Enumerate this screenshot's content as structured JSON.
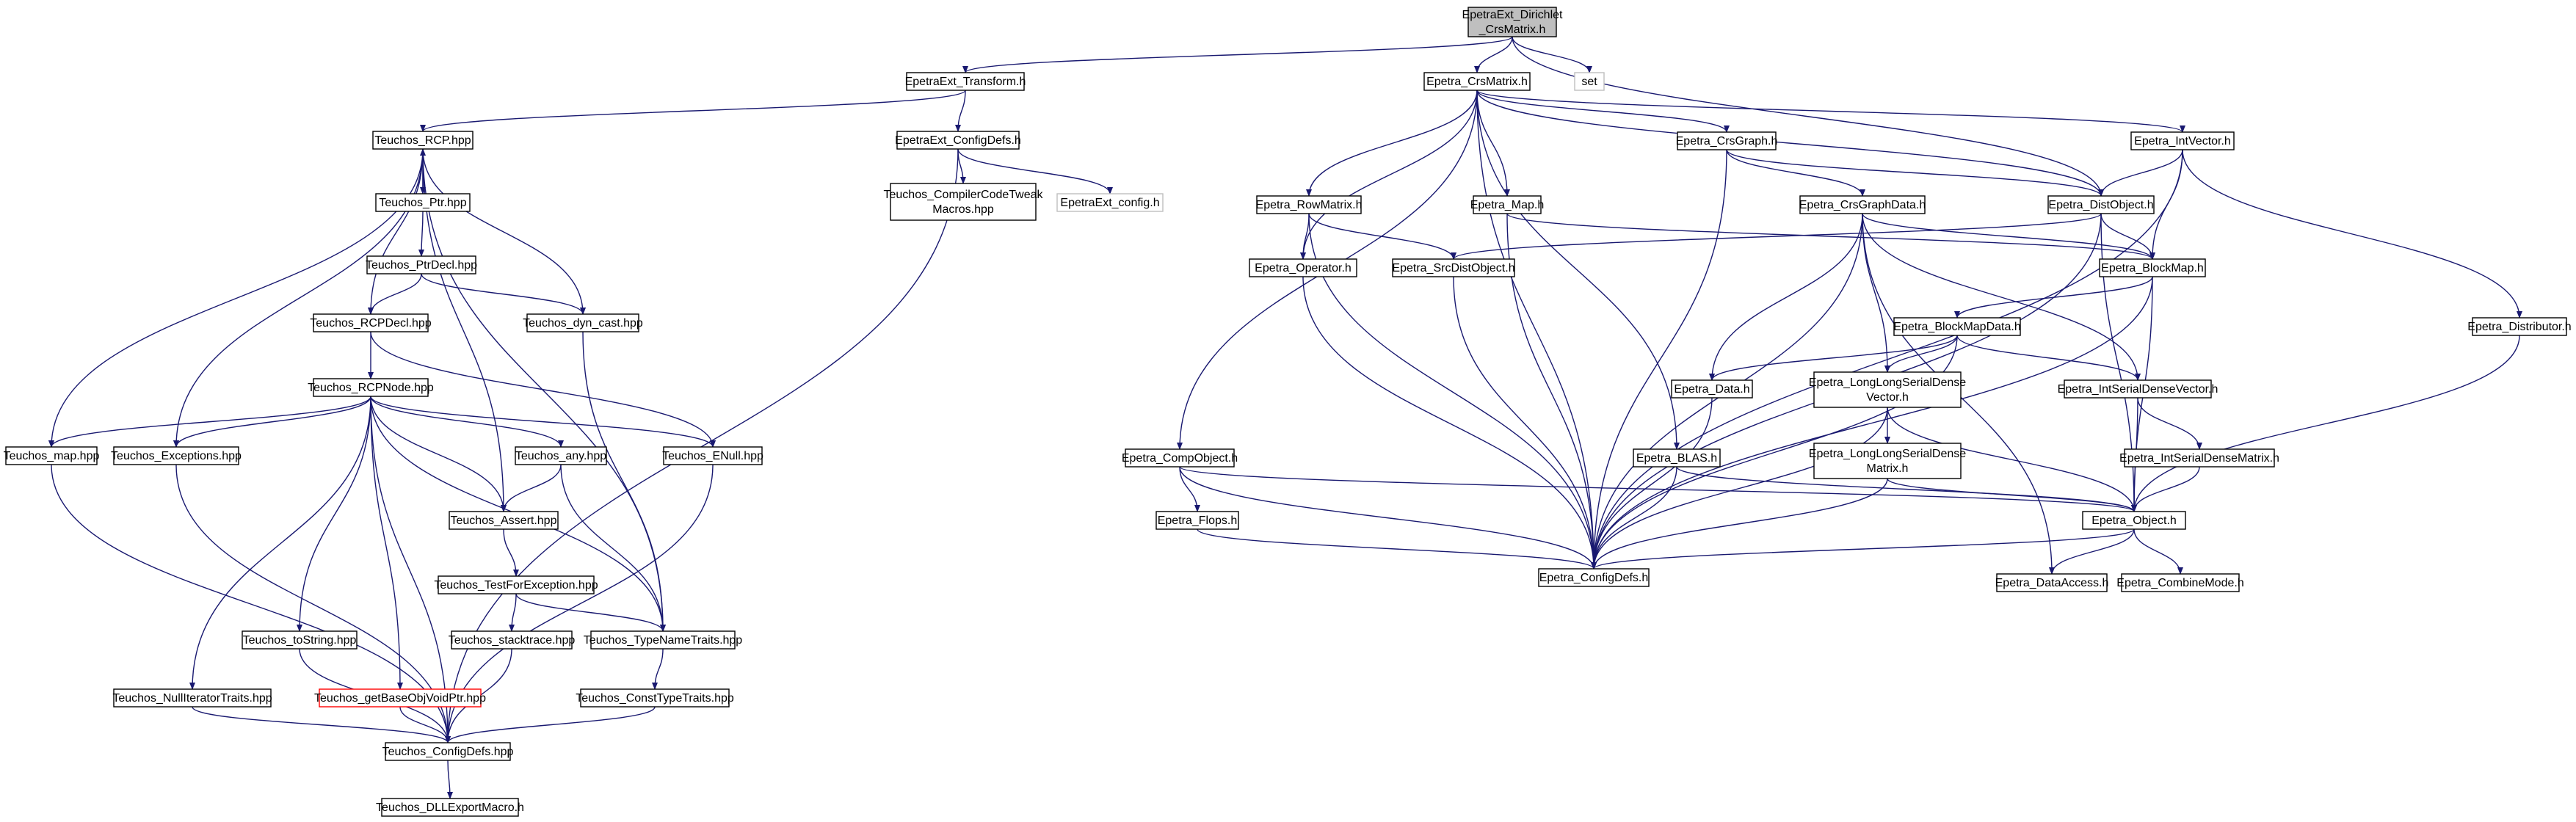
{
  "graph": {
    "nodes": [
      {
        "id": "root",
        "label": "EpetraExt_Dirichlet\n_CrsMatrix.h",
        "style": "root"
      },
      {
        "id": "transform",
        "label": "EpetraExt_Transform.h"
      },
      {
        "id": "crsmatrix",
        "label": "Epetra_CrsMatrix.h"
      },
      {
        "id": "set",
        "label": "set",
        "style": "missing"
      },
      {
        "id": "rcp",
        "label": "Teuchos_RCP.hpp"
      },
      {
        "id": "ext_configdefs",
        "label": "EpetraExt_ConfigDefs.h"
      },
      {
        "id": "ptr",
        "label": "Teuchos_Ptr.hpp"
      },
      {
        "id": "compilertweak",
        "label": "Teuchos_CompilerCodeTweak\nMacros.hpp"
      },
      {
        "id": "ext_config",
        "label": "EpetraExt_config.h",
        "style": "missing"
      },
      {
        "id": "ptrdecl",
        "label": "Teuchos_PtrDecl.hpp"
      },
      {
        "id": "rcpdecl",
        "label": "Teuchos_RCPDecl.hpp"
      },
      {
        "id": "dyncast",
        "label": "Teuchos_dyn_cast.hpp"
      },
      {
        "id": "rcpnode",
        "label": "Teuchos_RCPNode.hpp"
      },
      {
        "id": "map_hpp",
        "label": "Teuchos_map.hpp"
      },
      {
        "id": "exceptions",
        "label": "Teuchos_Exceptions.hpp"
      },
      {
        "id": "any",
        "label": "Teuchos_any.hpp"
      },
      {
        "id": "enull",
        "label": "Teuchos_ENull.hpp"
      },
      {
        "id": "assert",
        "label": "Teuchos_Assert.hpp"
      },
      {
        "id": "testforexc",
        "label": "Teuchos_TestForException.hpp"
      },
      {
        "id": "tostring",
        "label": "Teuchos_toString.hpp"
      },
      {
        "id": "stacktrace",
        "label": "Teuchos_stacktrace.hpp"
      },
      {
        "id": "typenametraits",
        "label": "Teuchos_TypeNameTraits.hpp"
      },
      {
        "id": "nulliter",
        "label": "Teuchos_NullIteratorTraits.hpp"
      },
      {
        "id": "getbaseobj",
        "label": "Teuchos_getBaseObjVoidPtr.hpp",
        "style": "red"
      },
      {
        "id": "consttype",
        "label": "Teuchos_ConstTypeTraits.hpp"
      },
      {
        "id": "t_configdefs",
        "label": "Teuchos_ConfigDefs.hpp"
      },
      {
        "id": "dllexport",
        "label": "Teuchos_DLLExportMacro.h"
      },
      {
        "id": "crsgraph",
        "label": "Epetra_CrsGraph.h"
      },
      {
        "id": "intvector",
        "label": "Epetra_IntVector.h"
      },
      {
        "id": "rowmatrix",
        "label": "Epetra_RowMatrix.h"
      },
      {
        "id": "map_h",
        "label": "Epetra_Map.h"
      },
      {
        "id": "crsgraphdata",
        "label": "Epetra_CrsGraphData.h"
      },
      {
        "id": "distobject",
        "label": "Epetra_DistObject.h"
      },
      {
        "id": "operator",
        "label": "Epetra_Operator.h"
      },
      {
        "id": "srcdist",
        "label": "Epetra_SrcDistObject.h"
      },
      {
        "id": "blockmap",
        "label": "Epetra_BlockMap.h"
      },
      {
        "id": "blockmapdata",
        "label": "Epetra_BlockMapData.h"
      },
      {
        "id": "distributor",
        "label": "Epetra_Distributor.h"
      },
      {
        "id": "data",
        "label": "Epetra_Data.h"
      },
      {
        "id": "llsdv",
        "label": "Epetra_LongLongSerialDense\nVector.h"
      },
      {
        "id": "isdv",
        "label": "Epetra_IntSerialDenseVector.h"
      },
      {
        "id": "compobject",
        "label": "Epetra_CompObject.h"
      },
      {
        "id": "blas",
        "label": "Epetra_BLAS.h"
      },
      {
        "id": "llsdm",
        "label": "Epetra_LongLongSerialDense\nMatrix.h"
      },
      {
        "id": "isdm",
        "label": "Epetra_IntSerialDenseMatrix.h"
      },
      {
        "id": "flops",
        "label": "Epetra_Flops.h"
      },
      {
        "id": "object",
        "label": "Epetra_Object.h"
      },
      {
        "id": "e_configdefs",
        "label": "Epetra_ConfigDefs.h"
      },
      {
        "id": "dataaccess",
        "label": "Epetra_DataAccess.h"
      },
      {
        "id": "combinemode",
        "label": "Epetra_CombineMode.h"
      }
    ],
    "edges": [
      [
        "root",
        "transform"
      ],
      [
        "root",
        "crsmatrix"
      ],
      [
        "root",
        "set"
      ],
      [
        "root",
        "distobject"
      ],
      [
        "transform",
        "rcp"
      ],
      [
        "transform",
        "ext_configdefs"
      ],
      [
        "ext_configdefs",
        "compilertweak"
      ],
      [
        "ext_configdefs",
        "ext_config"
      ],
      [
        "ext_configdefs",
        "t_configdefs"
      ],
      [
        "rcp",
        "ptr"
      ],
      [
        "rcp",
        "rcpdecl"
      ],
      [
        "rcp",
        "dyncast"
      ],
      [
        "rcp",
        "map_hpp"
      ],
      [
        "rcp",
        "exceptions"
      ],
      [
        "rcp",
        "assert"
      ],
      [
        "rcp",
        "typenametraits"
      ],
      [
        "ptr",
        "rcp"
      ],
      [
        "ptr",
        "ptrdecl"
      ],
      [
        "ptrdecl",
        "rcpdecl"
      ],
      [
        "ptrdecl",
        "dyncast"
      ],
      [
        "rcpdecl",
        "rcpnode"
      ],
      [
        "rcpdecl",
        "enull"
      ],
      [
        "dyncast",
        "typenametraits"
      ],
      [
        "rcpnode",
        "map_hpp"
      ],
      [
        "rcpnode",
        "exceptions"
      ],
      [
        "rcpnode",
        "any"
      ],
      [
        "rcpnode",
        "enull"
      ],
      [
        "rcpnode",
        "assert"
      ],
      [
        "rcpnode",
        "tostring"
      ],
      [
        "rcpnode",
        "nulliter"
      ],
      [
        "rcpnode",
        "getbaseobj"
      ],
      [
        "rcpnode",
        "typenametraits"
      ],
      [
        "rcpnode",
        "t_configdefs"
      ],
      [
        "any",
        "assert"
      ],
      [
        "any",
        "typenametraits"
      ],
      [
        "assert",
        "testforexc"
      ],
      [
        "testforexc",
        "stacktrace"
      ],
      [
        "testforexc",
        "typenametraits"
      ],
      [
        "typenametraits",
        "consttype"
      ],
      [
        "map_hpp",
        "t_configdefs"
      ],
      [
        "exceptions",
        "t_configdefs"
      ],
      [
        "enull",
        "t_configdefs"
      ],
      [
        "tostring",
        "t_configdefs"
      ],
      [
        "stacktrace",
        "t_configdefs"
      ],
      [
        "nulliter",
        "t_configdefs"
      ],
      [
        "getbaseobj",
        "t_configdefs"
      ],
      [
        "consttype",
        "t_configdefs"
      ],
      [
        "t_configdefs",
        "dllexport"
      ],
      [
        "crsmatrix",
        "crsgraph"
      ],
      [
        "crsmatrix",
        "intvector"
      ],
      [
        "crsmatrix",
        "rowmatrix"
      ],
      [
        "crsmatrix",
        "map_h"
      ],
      [
        "crsmatrix",
        "operator"
      ],
      [
        "crsmatrix",
        "compobject"
      ],
      [
        "crsmatrix",
        "blas"
      ],
      [
        "crsmatrix",
        "distobject"
      ],
      [
        "crsmatrix",
        "e_configdefs"
      ],
      [
        "crsgraph",
        "crsgraphdata"
      ],
      [
        "crsgraph",
        "distobject"
      ],
      [
        "crsgraph",
        "e_configdefs"
      ],
      [
        "intvector",
        "distobject"
      ],
      [
        "intvector",
        "blockmap"
      ],
      [
        "intvector",
        "distributor"
      ],
      [
        "intvector",
        "e_configdefs"
      ],
      [
        "rowmatrix",
        "operator"
      ],
      [
        "rowmatrix",
        "srcdist"
      ],
      [
        "rowmatrix",
        "e_configdefs"
      ],
      [
        "map_h",
        "blockmap"
      ],
      [
        "map_h",
        "e_configdefs"
      ],
      [
        "crsgraphdata",
        "blockmap"
      ],
      [
        "crsgraphdata",
        "data"
      ],
      [
        "crsgraphdata",
        "llsdv"
      ],
      [
        "crsgraphdata",
        "isdv"
      ],
      [
        "crsgraphdata",
        "dataaccess"
      ],
      [
        "crsgraphdata",
        "e_configdefs"
      ],
      [
        "distobject",
        "srcdist"
      ],
      [
        "distobject",
        "blockmap"
      ],
      [
        "distobject",
        "object"
      ],
      [
        "distobject",
        "e_configdefs"
      ],
      [
        "operator",
        "e_configdefs"
      ],
      [
        "srcdist",
        "e_configdefs"
      ],
      [
        "blockmap",
        "blockmapdata"
      ],
      [
        "blockmap",
        "object"
      ],
      [
        "blockmap",
        "e_configdefs"
      ],
      [
        "blockmapdata",
        "data"
      ],
      [
        "blockmapdata",
        "llsdv"
      ],
      [
        "blockmapdata",
        "isdv"
      ],
      [
        "blockmapdata",
        "e_configdefs"
      ],
      [
        "distributor",
        "object"
      ],
      [
        "data",
        "e_configdefs"
      ],
      [
        "llsdv",
        "llsdm"
      ],
      [
        "llsdv",
        "object"
      ],
      [
        "llsdv",
        "e_configdefs"
      ],
      [
        "isdv",
        "isdm"
      ],
      [
        "isdv",
        "object"
      ],
      [
        "compobject",
        "flops"
      ],
      [
        "compobject",
        "object"
      ],
      [
        "compobject",
        "e_configdefs"
      ],
      [
        "blas",
        "object"
      ],
      [
        "blas",
        "e_configdefs"
      ],
      [
        "llsdm",
        "object"
      ],
      [
        "llsdm",
        "e_configdefs"
      ],
      [
        "isdm",
        "object"
      ],
      [
        "flops",
        "e_configdefs"
      ],
      [
        "object",
        "e_configdefs"
      ],
      [
        "object",
        "dataaccess"
      ],
      [
        "object",
        "combinemode"
      ]
    ]
  }
}
